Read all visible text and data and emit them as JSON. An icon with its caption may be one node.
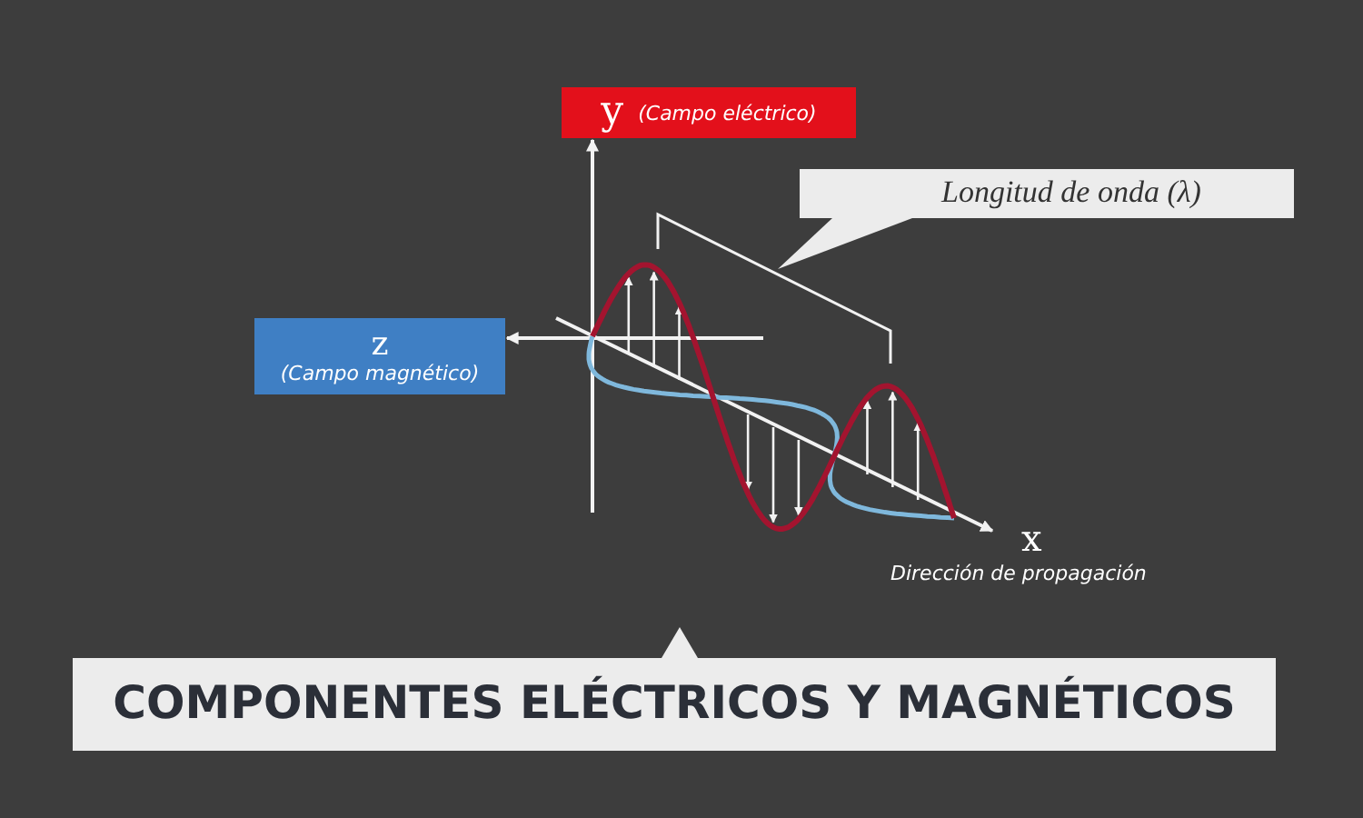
{
  "diagram": {
    "title": "COMPONENTES ELÉCTRICOS Y MAGNÉTICOS",
    "nodes": [
      {
        "text": [
          "y",
          "(Campo eléctrico)"
        ]
      },
      {
        "text": [
          "Longitud de onda (λ)"
        ]
      },
      {
        "text": [
          "z",
          "(Campo magnético)"
        ]
      },
      {
        "text": [],
        "shape": "picture"
      }
    ],
    "edges": [
      {
        "from": 3,
        "to": 0,
        "arrow": "to"
      },
      {
        "from": 3,
        "to": 2,
        "arrow": "to"
      },
      {
        "from": 1,
        "to": 3,
        "arrow": "none"
      }
    ],
    "labels": [
      "x",
      "Dirección de propagación"
    ]
  }
}
